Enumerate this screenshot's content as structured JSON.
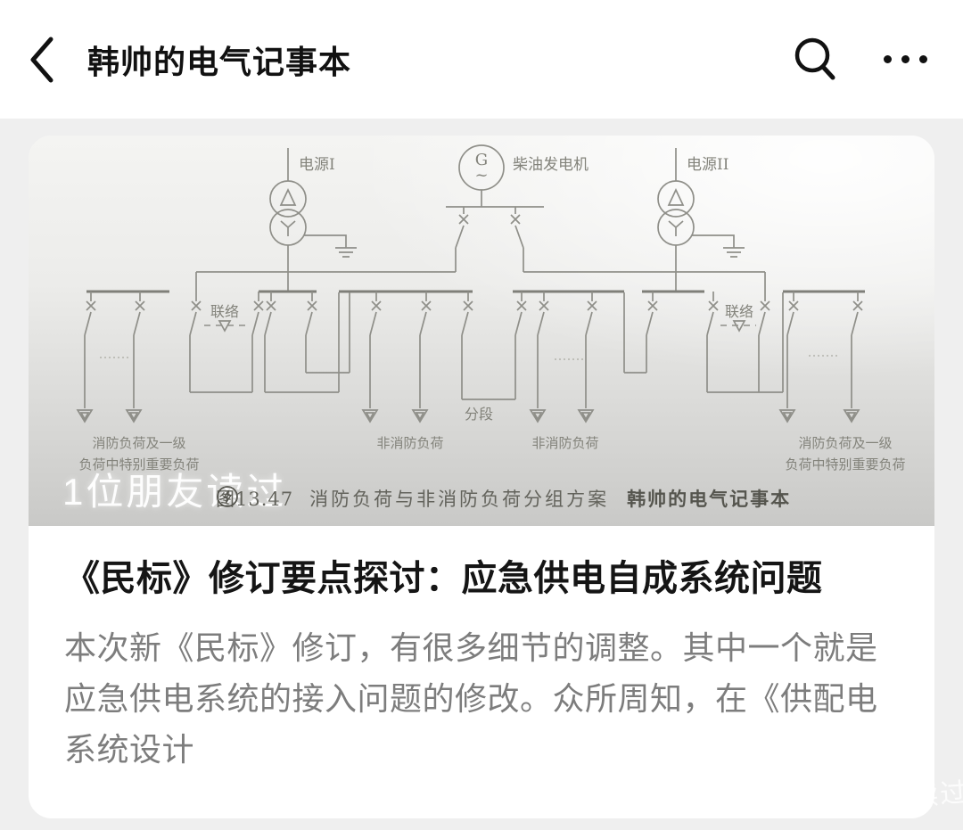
{
  "header": {
    "title": "韩帅的电气记事本",
    "back_icon": "chevron-left",
    "search_icon": "magnifier",
    "more_icon": "ellipsis"
  },
  "figure": {
    "watermark": "1位朋友读过",
    "caption": {
      "no": "图13.47",
      "text": "消防负荷与非消防负荷分组方案",
      "brand": "韩帅的电气记事本"
    },
    "generator_letter": "G",
    "generator_wave": "~",
    "labels": {
      "source1": "电源I",
      "generator": "柴油发电机",
      "source2": "电源II",
      "tie_left": "联络",
      "tie_right": "联络",
      "section": "分段",
      "fire_left_1": "消防负荷及一级",
      "fire_left_2": "负荷中特别重要负荷",
      "nonfire_left": "非消防负荷",
      "nonfire_right": "非消防负荷",
      "fire_right_1": "消防负荷及一级",
      "fire_right_2": "负荷中特别重要负荷"
    }
  },
  "article": {
    "title": "《民标》修订要点探讨：应急供电自成系统问题",
    "excerpt": "本次新《民标》修订，有很多细节的调整。其中一个就是应急供电系统的接入问题的修改。众所周知，在《供配电系统设计"
  },
  "page": {
    "corner_watermark": "读过"
  },
  "colors": {
    "header_bg": "#ffffff",
    "content_bg": "#efefef",
    "card_bg": "#ffffff",
    "title_text": "#151515",
    "excerpt_text": "#7d7d7d",
    "diagram_stroke": "#8f8f89"
  }
}
